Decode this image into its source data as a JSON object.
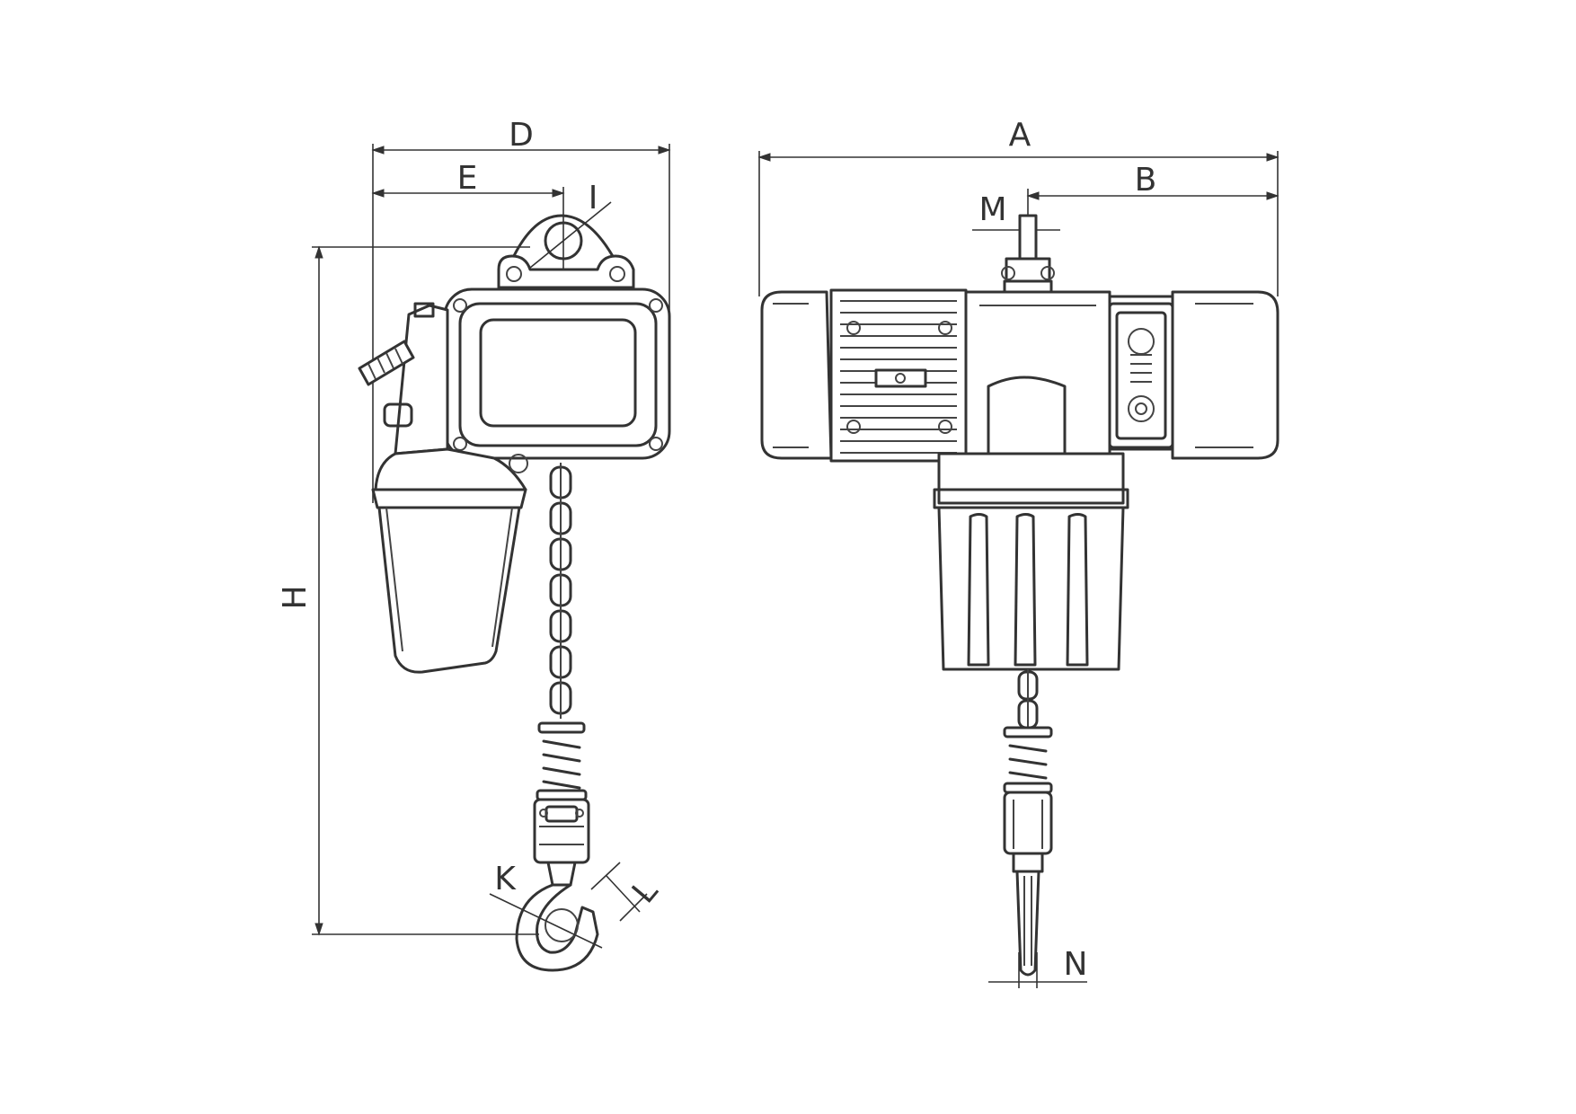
{
  "diagram": {
    "labels": {
      "D": "D",
      "E": "E",
      "I": "I",
      "H": "H",
      "K": "K",
      "L": "L",
      "A": "A",
      "B": "B",
      "M": "M",
      "N": "N"
    },
    "views": [
      "side-view",
      "front-view"
    ]
  }
}
